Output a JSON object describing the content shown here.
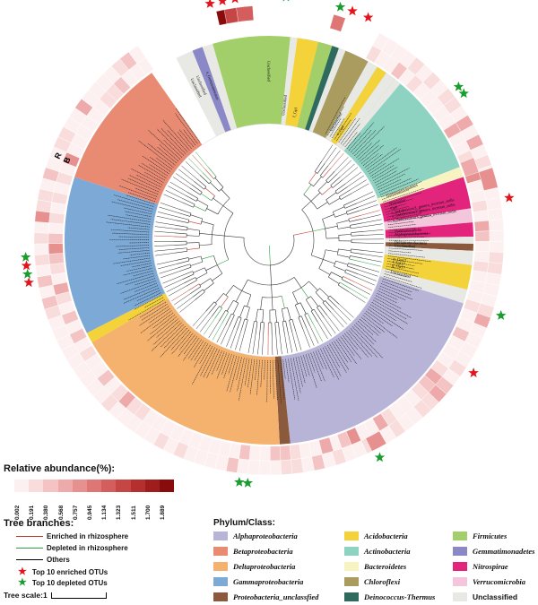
{
  "ring_labels": {
    "outer": "R",
    "inner": "B"
  },
  "legend_abundance": {
    "title": "Relative abundance(%):",
    "ticks": [
      "0.002",
      "0.191",
      "0.380",
      "0.568",
      "0.757",
      "0.945",
      "1.134",
      "1.323",
      "1.511",
      "1.700",
      "1.889"
    ],
    "colors": [
      "#fdf0f0",
      "#f9dcdc",
      "#f4c4c4",
      "#eeaaaa",
      "#e79090",
      "#df7676",
      "#d45d5d",
      "#c64545",
      "#b52f2f",
      "#a01d1d",
      "#880c0c"
    ]
  },
  "legend_branches": {
    "title": "Tree branches:",
    "items": [
      {
        "label": "Enriched in rhizosphere",
        "color": "#c0392b"
      },
      {
        "label": "Depleted in rhizosphere",
        "color": "#2ea043"
      },
      {
        "label": "Others",
        "color": "#000000"
      }
    ]
  },
  "legend_stars": [
    {
      "label": "Top 10 enriched OTUs",
      "color": "#e3141b"
    },
    {
      "label": "Top 10 depleted OTUs",
      "color": "#1a9c2e"
    }
  ],
  "tree_scale": {
    "label": "Tree scale:1"
  },
  "phylum_legend": {
    "title": "Phylum/Class:",
    "items": [
      {
        "label": "Alphaproteobacteria",
        "color": "#b7b4d8",
        "italic": true
      },
      {
        "label": "Betaproteobacteria",
        "color": "#e98a73",
        "italic": true
      },
      {
        "label": "Deltaproteobacteria",
        "color": "#f5b26f",
        "italic": true
      },
      {
        "label": "Gammaproteobacteria",
        "color": "#7ca9d6",
        "italic": true
      },
      {
        "label": "Proteobacteria_unclassfied",
        "color": "#8b5a3c",
        "italic": true
      },
      {
        "label": "Acidobacteria",
        "color": "#f3d23a",
        "italic": true
      },
      {
        "label": "Actinobacteria",
        "color": "#8ed3c2",
        "italic": true
      },
      {
        "label": "Bacteroidetes",
        "color": "#f7f4c2",
        "italic": true
      },
      {
        "label": "Chloroflexi",
        "color": "#a99c5e",
        "italic": true
      },
      {
        "label": "Deinococcus-Thermus",
        "color": "#2f6a5e",
        "italic": true
      },
      {
        "label": "Firmicutes",
        "color": "#a3cf6a",
        "italic": true
      },
      {
        "label": "Gemmatimonadetes",
        "color": "#8a88c6",
        "italic": true
      },
      {
        "label": "Nitrospirae",
        "color": "#e2247d",
        "italic": true
      },
      {
        "label": "Verrucomicrobia",
        "color": "#f3c6dc",
        "italic": true
      },
      {
        "label": "Unclassified",
        "color": "#e8e8e4",
        "italic": false
      }
    ]
  },
  "clades": [
    {
      "phylum": "Actinobacteria",
      "color": "#8ed3c2",
      "start": -80,
      "end": -21
    },
    {
      "phylum": "Bacteroidetes",
      "color": "#f7f4c2",
      "start": -21,
      "end": -18
    },
    {
      "phylum": "Nitrospirae",
      "color": "#e2247d",
      "start": -18,
      "end": -9
    },
    {
      "phylum": "Verrucomicrobia",
      "color": "#f3c6dc",
      "start": -9,
      "end": -5
    },
    {
      "phylum": "Nitrospirae",
      "color": "#e2247d",
      "start": -5,
      "end": -1
    },
    {
      "phylum": "Unclassified",
      "color": "#e8e8e4",
      "start": -1,
      "end": 1
    },
    {
      "phylum": "Proteobacteria_unclassfied",
      "color": "#8b5a3c",
      "start": 1,
      "end": 3
    },
    {
      "phylum": "Unclassified",
      "color": "#e8e8e4",
      "start": 3,
      "end": 7
    },
    {
      "phylum": "Acidobacteria",
      "color": "#f3d23a",
      "start": 7,
      "end": 14
    },
    {
      "phylum": "Unclassified",
      "color": "#e8e8e4",
      "start": 14,
      "end": 18
    },
    {
      "phylum": "Alphaproteobacteria",
      "color": "#b7b4d8",
      "start": 18,
      "end": 84
    },
    {
      "phylum": "Proteobacteria_unclassfied",
      "color": "#8b5a3c",
      "start": 84,
      "end": 87
    },
    {
      "phylum": "Deltaproteobacteria",
      "color": "#f5b26f",
      "start": 87,
      "end": 150
    },
    {
      "phylum": "Acidobacteria",
      "color": "#f3d23a",
      "start": 150,
      "end": 153
    },
    {
      "phylum": "Gammaproteobacteria",
      "color": "#7ca9d6",
      "start": 153,
      "end": 198
    },
    {
      "phylum": "Betaproteobacteria",
      "color": "#e98a73",
      "start": 198,
      "end": 235
    },
    {
      "phylum": "Unclassified",
      "color": "#e8e8e4",
      "start": 243,
      "end": 248
    },
    {
      "phylum": "Gemmatimonadetes",
      "color": "#8a88c6",
      "start": 248,
      "end": 251
    },
    {
      "phylum": "Unclassified",
      "color": "#e8e8e4",
      "start": 251,
      "end": 254
    },
    {
      "phylum": "Firmicutes",
      "color": "#a3cf6a",
      "start": 254,
      "end": 276
    },
    {
      "phylum": "Unclassified",
      "color": "#e8e8e4",
      "start": 276,
      "end": 278
    },
    {
      "phylum": "Acidobacteria",
      "color": "#f3d23a",
      "start": 278,
      "end": 284
    },
    {
      "phylum": "Firmicutes",
      "color": "#a3cf6a",
      "start": 284,
      "end": 288
    },
    {
      "phylum": "Deinococcus-Thermus",
      "color": "#2f6a5e",
      "start": 288,
      "end": 290
    },
    {
      "phylum": "Unclassified",
      "color": "#e8e8e4",
      "start": 290,
      "end": 292
    },
    {
      "phylum": "Chloroflexi",
      "color": "#a99c5e",
      "start": 292,
      "end": 299
    },
    {
      "phylum": "Unclassified",
      "color": "#e8e8e4",
      "start": 299,
      "end": 302
    },
    {
      "phylum": "Acidobacteria",
      "color": "#f3d23a",
      "start": 302,
      "end": 305
    },
    {
      "phylum": "Unclassified",
      "color": "#e8e8e4",
      "start": 305,
      "end": 308
    },
    {
      "phylum": "Unclassified",
      "color": "#e8e8e4",
      "start": 308,
      "end": 310
    }
  ],
  "visible_tip_labels": [
    {
      "text": "Unclassified",
      "angle": 3
    },
    {
      "text": "o_Gp17",
      "angle": 9
    },
    {
      "text": "f_Gp17",
      "angle": 10.5
    },
    {
      "text": "g_Gp17",
      "angle": 12
    },
    {
      "text": "Unclassified",
      "angle": 15
    },
    {
      "text": "Alphaproteobacteria",
      "angle": -2
    },
    {
      "text": "Thermoleophilia",
      "angle": -3.5
    },
    {
      "text": "Deltaproteobacteria",
      "angle": 1.5
    },
    {
      "text": "Nitrospira",
      "angle": -16
    },
    {
      "text": "Gp6",
      "angle": -14
    },
    {
      "text": "s_Subdivision3_genera_incertae_sedis",
      "angle": -12
    },
    {
      "text": "s_Subdivision3_genera_incertae_sedis",
      "angle": -10.5
    },
    {
      "text": "s_Subdivision3_genera_incertae_sedis",
      "angle": -8.5
    },
    {
      "text": "Gemmatimonadetes",
      "angle": -20
    },
    {
      "text": "Unclassified",
      "angle": 269.5
    },
    {
      "text": "Unclassified",
      "angle": 300
    },
    {
      "text": "Unclassified",
      "angle": 277
    },
    {
      "text": "s_Gemmatimonas",
      "angle": 249.5
    },
    {
      "text": "Unclassified",
      "angle": 246
    },
    {
      "text": "Unclassified",
      "angle": 244
    },
    {
      "text": "o_Gp1",
      "angle": 303.5
    },
    {
      "text": "f_Gp1",
      "angle": 282
    }
  ],
  "stars": [
    {
      "type": "enriched",
      "angle": 290
    },
    {
      "type": "enriched",
      "angle": 294
    },
    {
      "type": "depleted",
      "angle": 287
    },
    {
      "type": "depleted",
      "angle": 274
    },
    {
      "type": "enriched",
      "angle": 262
    },
    {
      "type": "enriched",
      "angle": 259
    },
    {
      "type": "enriched",
      "angle": 256
    },
    {
      "type": "depleted",
      "angle": 321
    },
    {
      "type": "depleted",
      "angle": 323
    },
    {
      "type": "enriched",
      "angle": -10
    },
    {
      "type": "depleted",
      "angle": 18
    },
    {
      "type": "enriched",
      "angle": 33
    },
    {
      "type": "depleted",
      "angle": 63
    },
    {
      "type": "depleted",
      "angle": 95
    },
    {
      "type": "depleted",
      "angle": 97
    },
    {
      "type": "enriched",
      "angle": 170
    },
    {
      "type": "depleted",
      "angle": 172
    },
    {
      "type": "enriched",
      "angle": 174
    },
    {
      "type": "depleted",
      "angle": 176
    }
  ]
}
